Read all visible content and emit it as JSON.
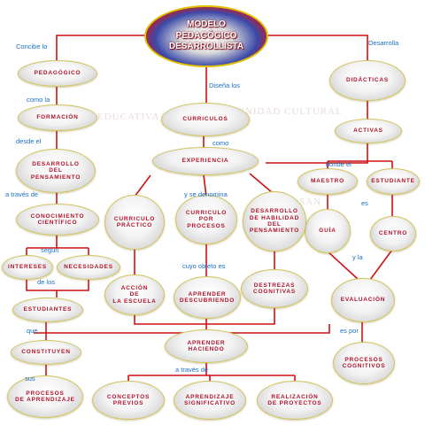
{
  "title": "MODELO\nPEDAGÓGICO\nDESARROLLISTA",
  "nodes": {
    "pedagogico": "PEDAGÓGICO",
    "formacion": "FORMACIÓN",
    "desarrollo_pensamiento": "DESARROLLO\nDEL\nPENSAMIENTO",
    "conocimiento_cientifico": "CONOCIMIENTO\nCIENTÍFICO",
    "intereses": "INTERESES",
    "necesidades": "NECESIDADES",
    "estudiantes": "ESTUDIANTES",
    "constituyen": "CONSTITUYEN",
    "procesos_aprendizaje": "PROCESOS\nDE APRENDIZAJE",
    "didacticas": "DIDÁCTICAS",
    "curriculos": "CURRICULOS",
    "activas": "ACTIVAS",
    "experiencia": "EXPERIENCIA",
    "maestro": "MAESTRO",
    "estudiante": "ESTUDIANTE",
    "guia": "GUÍA",
    "centro": "CENTRO",
    "evaluacion": "EVALUACIÓN",
    "procesos_cognitivos": "PROCESOS\nCOGNITIVOS",
    "curriculo_practico": "CURRICULO\nPRÁCTICO",
    "curriculo_procesos": "CURRICULO POR\nPROCESOS",
    "desarrollo_habilidad": "DESARROLLO\nDE HABILIDAD\nDEL PENSAMIENTO",
    "accion_escuela": "ACCIÓN\nDE\nLA ESCUELA",
    "aprender_descubriendo": "APRENDER\nDESCUBRIENDO",
    "destrezas_cognitivas": "DESTREZAS\nCOGNITIVAS",
    "aprender_haciendo": "APRENDER\nHACIENDO",
    "conceptos_previos": "CONCEPTOS\nPREVIOS",
    "aprendizaje_significativo": "APRENDIZAJE\nSIGNIFICATIVO",
    "realizacion_proyectos": "REALIZACIÓN\nDE PROYECTOS"
  },
  "labels": {
    "concibe_lo": "Concibe lo",
    "desarrolla": "Desarrolla",
    "disena_los": "Diseña los",
    "como_la": "como la",
    "desde_el": "desde el",
    "como": "como",
    "donde_el": "donde  el",
    "a_traves_de": "a través  de",
    "y_se_denomina": "y  se denomina",
    "es": "es",
    "segun": "según",
    "y_la": "y     la",
    "de_los": "de los",
    "cuyo_objeto_es": "cuyo  objeto es",
    "que": "que",
    "es_por": "es por",
    "sus": "sus",
    "a_traves_de_2": "a través  de"
  },
  "watermark": {
    "line1": "EDUCATIVA",
    "line2": "UNIDAD CULTURAL",
    "line3": "SAN"
  },
  "colors": {
    "connector": "#cc1111",
    "node_text": "#b0122a",
    "label_text": "#1a6fc4",
    "node_border": "#d2c35a"
  }
}
